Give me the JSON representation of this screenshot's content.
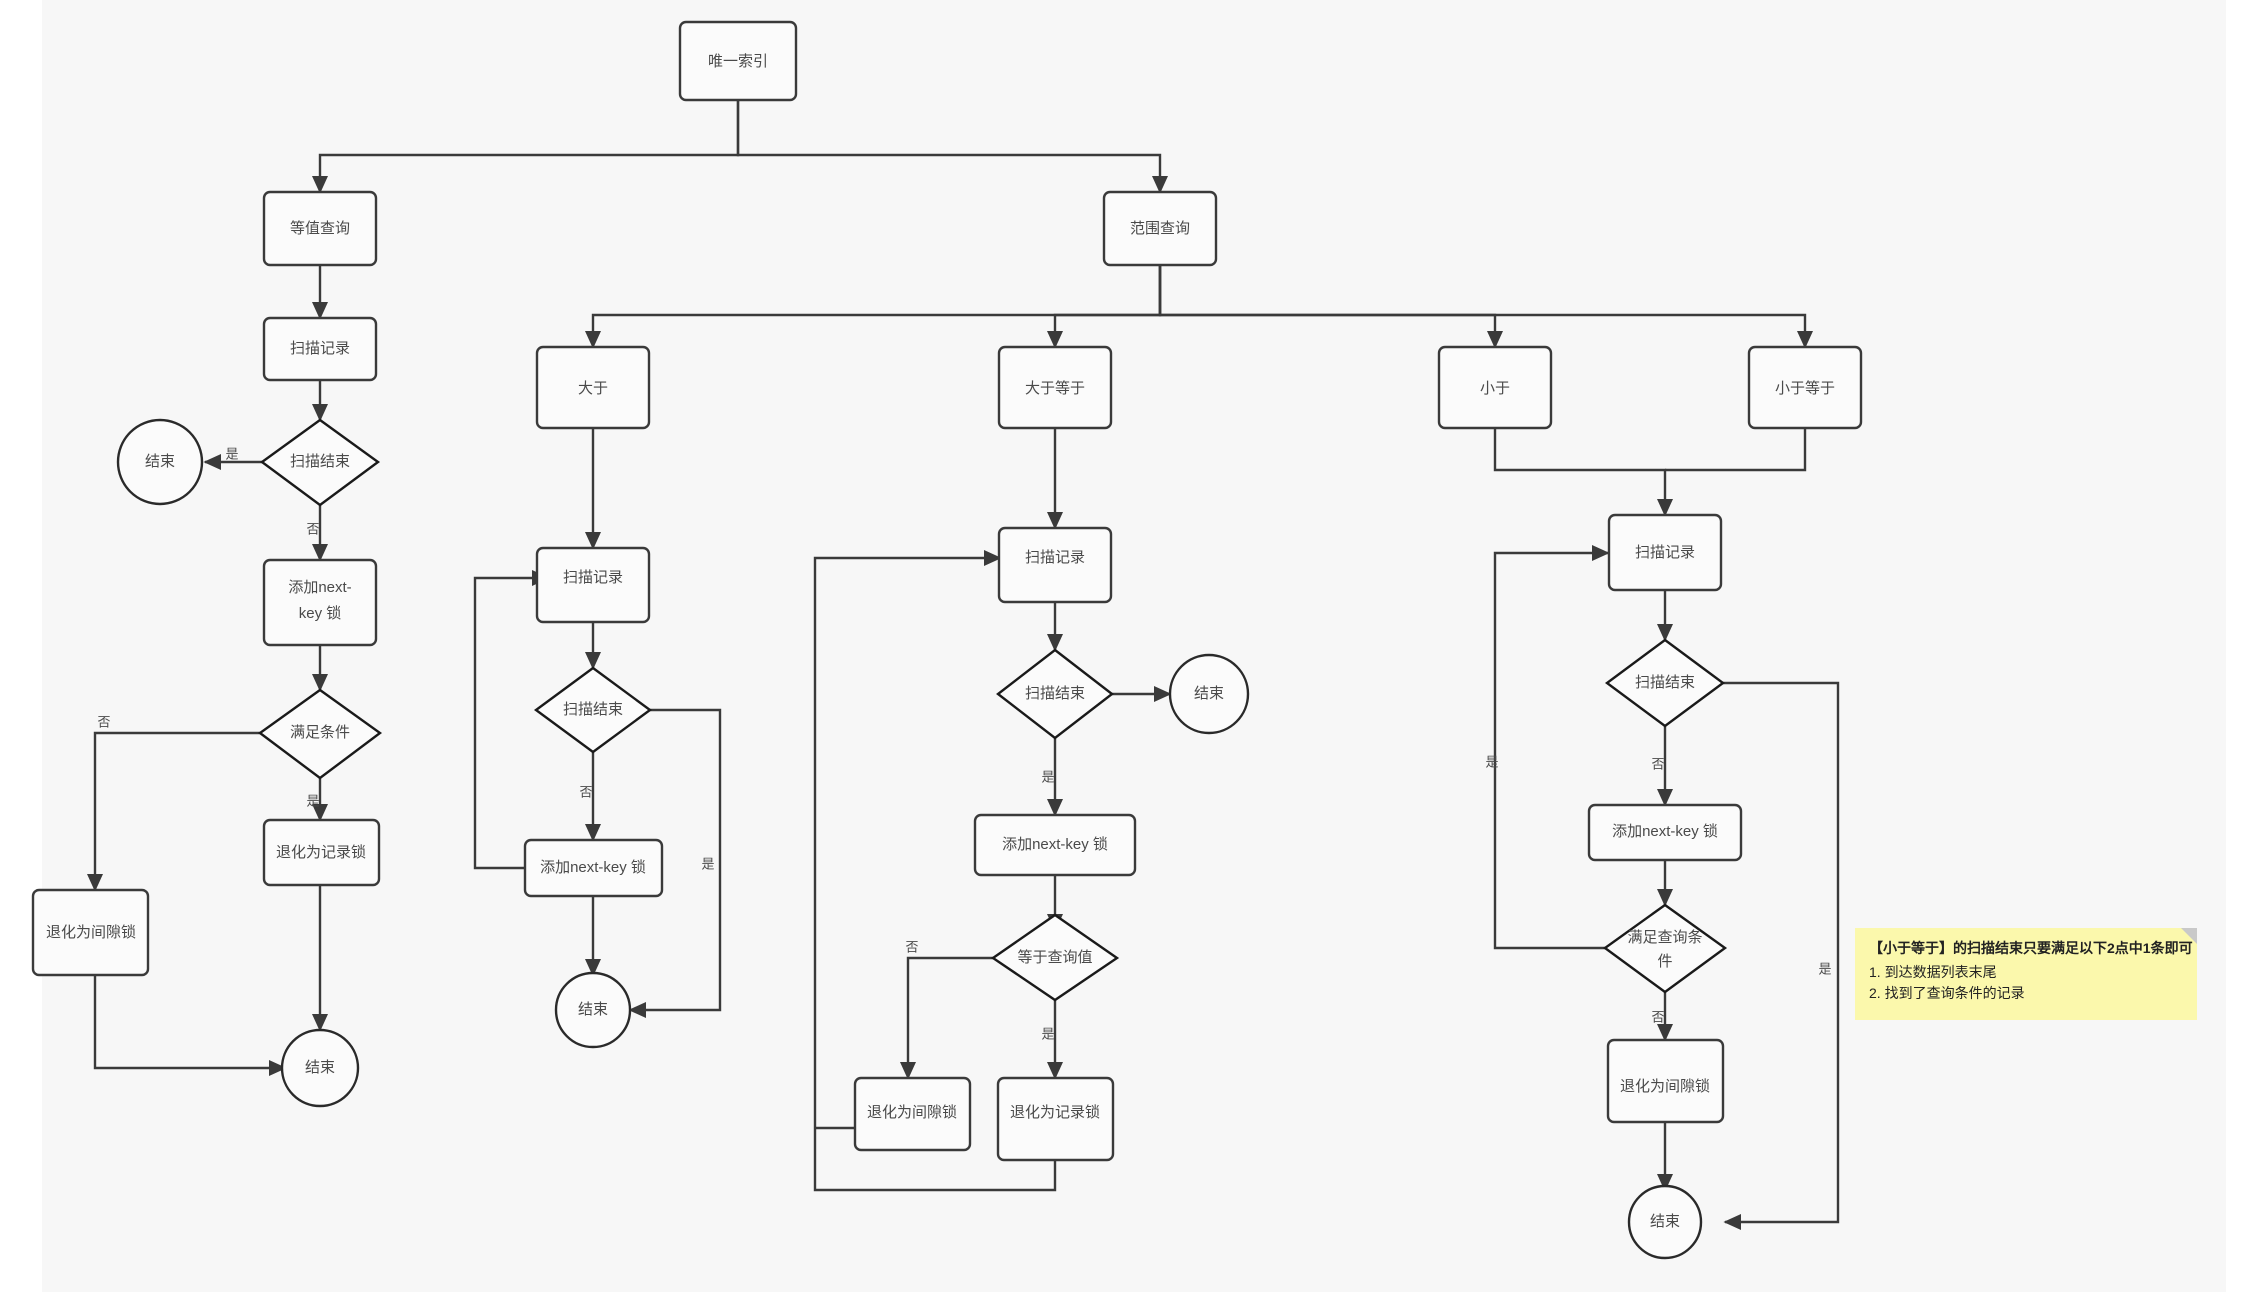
{
  "diagram": {
    "title_node": "唯一索引",
    "canvas_bg": "#f7f7f7",
    "node_fill": "#fbfbfb",
    "node_stroke": "#3a3a3a",
    "note_bg": "#fbf8ac"
  },
  "labels": {
    "yes": "是",
    "no": "否"
  },
  "nodes": {
    "root": "唯一索引",
    "eq_query": "等值查询",
    "range_query": "范围查询",
    "eq_scan": "扫描记录",
    "eq_scan_end": "扫描结束",
    "eq_end_yes": "结束",
    "eq_nextkey": "添加next-\nkey 锁",
    "eq_nextkey_l1": "添加next-",
    "eq_nextkey_l2": "key 锁",
    "eq_cond": "满足条件",
    "eq_gap": "退化为间隙锁",
    "eq_record": "退化为记录锁",
    "eq_end": "结束",
    "gt": "大于",
    "gte": "大于等于",
    "lt": "小于",
    "lte": "小于等于",
    "gt_scan": "扫描记录",
    "gt_scan_end": "扫描结束",
    "gt_nextkey": "添加next-key 锁",
    "gt_end": "结束",
    "gte_scan": "扫描记录",
    "gte_scan_end": "扫描结束",
    "gte_end": "结束",
    "gte_nextkey": "添加next-key 锁",
    "gte_eqval": "等于查询值",
    "gte_gap": "退化为间隙锁",
    "gte_record": "退化为记录锁",
    "lt_scan": "扫描记录",
    "lt_scan_end": "扫描结束",
    "lt_nextkey": "添加next-key 锁",
    "lt_cond_l1": "满足查询条",
    "lt_cond_l2": "件",
    "lt_gap": "退化为间隙锁",
    "lt_end": "结束"
  },
  "note": {
    "title": "【小于等于】的扫描结束只要满足以下2点中1条即可",
    "line1": "1. 到达数据列表末尾",
    "line2": "2. 找到了查询条件的记录"
  },
  "chart_data": {
    "type": "diagram",
    "graph": "flowchart",
    "node_count": 30,
    "edges": [
      {
        "from": "唯一索引",
        "to": "等值查询",
        "label": ""
      },
      {
        "from": "唯一索引",
        "to": "范围查询",
        "label": ""
      },
      {
        "from": "等值查询",
        "to": "扫描记录",
        "label": ""
      },
      {
        "from": "扫描记录",
        "to": "扫描结束",
        "label": ""
      },
      {
        "from": "扫描结束",
        "to": "结束",
        "label": "是"
      },
      {
        "from": "扫描结束",
        "to": "添加next-key 锁",
        "label": "否"
      },
      {
        "from": "添加next-key 锁",
        "to": "满足条件",
        "label": ""
      },
      {
        "from": "满足条件",
        "to": "退化为间隙锁",
        "label": "否"
      },
      {
        "from": "满足条件",
        "to": "退化为记录锁",
        "label": "是"
      },
      {
        "from": "退化为间隙锁",
        "to": "结束",
        "label": ""
      },
      {
        "from": "退化为记录锁",
        "to": "结束",
        "label": ""
      },
      {
        "from": "范围查询",
        "to": "大于",
        "label": ""
      },
      {
        "from": "范围查询",
        "to": "大于等于",
        "label": ""
      },
      {
        "from": "范围查询",
        "to": "小于",
        "label": ""
      },
      {
        "from": "范围查询",
        "to": "小于等于",
        "label": ""
      },
      {
        "from": "大于",
        "to": "扫描记录",
        "label": ""
      },
      {
        "from": "扫描结束",
        "to": "结束",
        "label": "是"
      },
      {
        "from": "扫描结束",
        "to": "添加next-key 锁",
        "label": "否"
      },
      {
        "from": "添加next-key 锁",
        "to": "扫描记录",
        "label": ""
      },
      {
        "from": "添加next-key 锁",
        "to": "结束",
        "label": ""
      },
      {
        "from": "大于等于",
        "to": "扫描记录",
        "label": ""
      },
      {
        "from": "扫描结束",
        "to": "结束",
        "label": ""
      },
      {
        "from": "扫描结束",
        "to": "添加next-key 锁",
        "label": "是"
      },
      {
        "from": "添加next-key 锁",
        "to": "等于查询值",
        "label": ""
      },
      {
        "from": "等于查询值",
        "to": "退化为间隙锁",
        "label": "否"
      },
      {
        "from": "等于查询值",
        "to": "退化为记录锁",
        "label": "是"
      },
      {
        "from": "退化为间隙锁",
        "to": "扫描记录",
        "label": ""
      },
      {
        "from": "退化为记录锁",
        "to": "扫描记录",
        "label": ""
      },
      {
        "from": "小于",
        "to": "扫描记录",
        "label": ""
      },
      {
        "from": "小于等于",
        "to": "扫描记录",
        "label": ""
      },
      {
        "from": "扫描结束",
        "to": "结束",
        "label": "是"
      },
      {
        "from": "扫描结束",
        "to": "添加next-key 锁",
        "label": "否"
      },
      {
        "from": "添加next-key 锁",
        "to": "满足查询条件",
        "label": ""
      },
      {
        "from": "满足查询条件",
        "to": "扫描记录",
        "label": "是"
      },
      {
        "from": "满足查询条件",
        "to": "退化为间隙锁",
        "label": "否"
      },
      {
        "from": "退化为间隙锁",
        "to": "结束",
        "label": ""
      }
    ]
  }
}
